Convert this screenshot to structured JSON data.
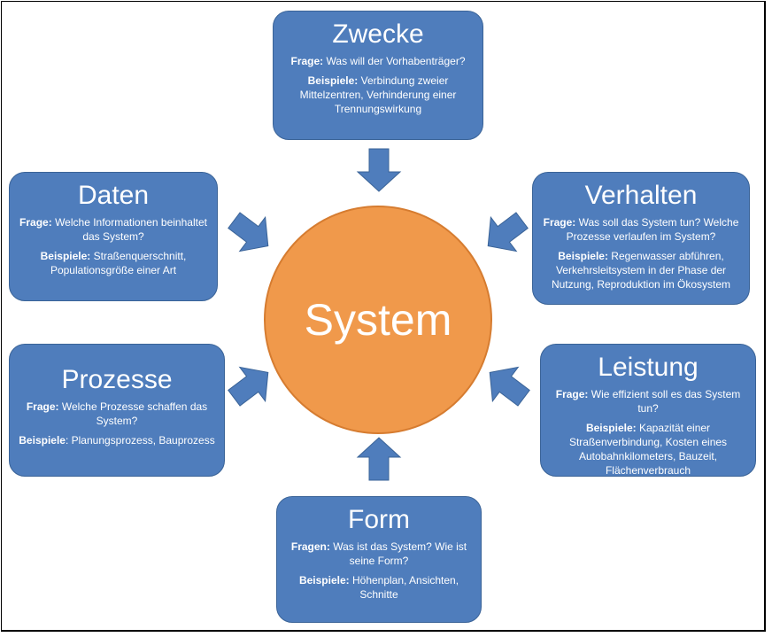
{
  "center": {
    "label": "System"
  },
  "boxes": {
    "zwecke": {
      "title": "Zwecke",
      "q_label": "Frage:",
      "q_text": " Was will der Vorhabenträger?",
      "b_label": "Beispiele:",
      "b_text": " Verbindung zweier Mittelzentren, Verhinderung einer Trennungswirkung"
    },
    "daten": {
      "title": "Daten",
      "q_label": "Frage:",
      "q_text": " Welche Informationen beinhaltet das System?",
      "b_label": "Beispiele:",
      "b_text": " Straßenquerschnitt, Populationsgröße einer Art"
    },
    "verhalten": {
      "title": "Verhalten",
      "q_label": "Frage:",
      "q_text": " Was soll das System tun? Welche Prozesse verlaufen im System?",
      "b_label": "Beispiele:",
      "b_text": " Regenwasser abführen, Verkehrsleitsystem in der Phase der Nutzung, Reproduktion im Ökosystem"
    },
    "prozesse": {
      "title": "Prozesse",
      "q_label": "Frage:",
      "q_text": " Welche Prozesse schaffen das System?",
      "b_label": "Beispiele",
      "b_text": ": Planungsprozess, Bauprozess"
    },
    "leistung": {
      "title": "Leistung",
      "q_label": "Frage:",
      "q_text": " Wie effizient soll es das System tun?",
      "b_label": "Beispiele:",
      "b_text": " Kapazität einer Straßenverbindung, Kosten eines Autobahnkilometers, Bauzeit, Flächenverbrauch"
    },
    "form": {
      "title": "Form",
      "q_label": "Fragen:",
      "q_text": " Was ist das System? Wie ist seine Form?",
      "b_label": "Beispiele:",
      "b_text": " Höhenplan, Ansichten, Schnitte"
    }
  },
  "colors": {
    "box_fill": "#4f7dbc",
    "box_border": "#3a6397",
    "circle_fill": "#f0994b",
    "arrow_fill": "#4f7dbc"
  }
}
